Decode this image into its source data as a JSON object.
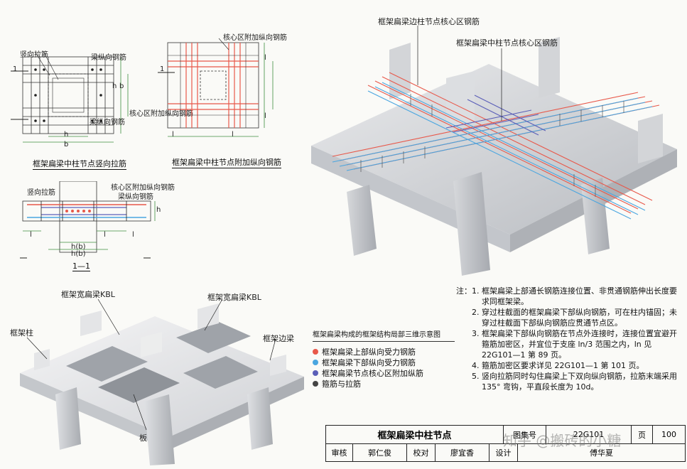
{
  "plan_top_left": {
    "labels": {
      "vertical_tie": "竖向拉筋",
      "beam_long_bar": "梁纵向钢筋",
      "beam_long_bar_2": "梁纵向钢筋",
      "core_extra": "核心区附加纵向钢筋",
      "section_mark": "1",
      "hc": "h",
      "bc": "b",
      "hb": "h",
      "bb": "b"
    },
    "caption": "框架扁梁中柱节点竖向拉筋"
  },
  "plan_top_right": {
    "labels": {
      "core_extra": "核心区附加纵向钢筋",
      "lae": "l",
      "section_mark": "1"
    },
    "caption": "框架扁梁中柱节点附加纵向钢筋"
  },
  "section_view": {
    "labels": {
      "vertical_tie": "竖向拉筋",
      "core_extra": "核心区附加纵向钢筋",
      "beam_long": "梁纵向钢筋",
      "hc_bc": "h(b)",
      "hb_bb": "h(b)",
      "h": "h",
      "lae_left": "l",
      "lae_mid": "l",
      "lae_right": "l"
    },
    "caption": "1—1"
  },
  "iso_3d": {
    "edge_core": "框架扁梁边柱节点核心区钢筋",
    "mid_core": "框架扁梁中柱节点核心区钢筋"
  },
  "concrete_3d": {
    "kbl_left": "框架宽扁梁KBL",
    "kbl_right": "框架宽扁梁KBL",
    "column": "框架柱",
    "edge_beam": "框架边梁",
    "slab": "板"
  },
  "legend": {
    "title": "框架扁梁构成的框架结构局部三维示意图",
    "items": [
      {
        "label": "框架扁梁上部纵向受力钢筋",
        "color": "#e8584a"
      },
      {
        "label": "框架扁梁下部纵向受力钢筋",
        "color": "#4aa6e0"
      },
      {
        "label": "框架扁梁节点核心区附加纵筋",
        "color": "#5b5fb8"
      },
      {
        "label": "箍筋与拉筋",
        "color": "#444444"
      }
    ]
  },
  "notes": {
    "title": "注：",
    "items": [
      {
        "n": "1.",
        "text": "框架扁梁上部通长钢筋连接位置、非贯通钢筋伸出长度要求同框架梁。"
      },
      {
        "n": "2.",
        "text": "穿过柱截面的框架扁梁下部纵向钢筋，可在柱内锚固；未穿过柱截面下部纵向钢筋应贯通节点区。"
      },
      {
        "n": "3.",
        "text": "框架扁梁下部纵向钢筋在节点外连接时，连接位置宜避开箍筋加密区，并宜位于支座 ln/3 范围之内，ln 见 22G101—1 第 89 页。"
      },
      {
        "n": "4.",
        "text": "箍筋加密区要求详见 22G101—1 第 101 页。"
      },
      {
        "n": "5.",
        "text": "竖向拉筋同时勾住扁梁上下双向纵向钢筋，拉筋末端采用 135° 弯钩，平直段长度为 10d。"
      }
    ]
  },
  "titleblock": {
    "title": "框架扁梁中柱节点",
    "atlas_label": "图集号",
    "atlas_no": "22G101",
    "page_label": "页",
    "page_no": "100",
    "review_label": "审核",
    "review_name": "郭仁俊",
    "check_label": "校对",
    "check_name": "廖宜香",
    "design_label": "设计",
    "design_name": "傅华夏"
  },
  "watermark": "知乎 @搬砖的小糖",
  "colors": {
    "top_bar": "#e8584a",
    "bottom_bar": "#4aa6e0",
    "core_bar": "#5b5fb8",
    "stirrup": "#444444",
    "dim_green": "#3e8f3e"
  }
}
